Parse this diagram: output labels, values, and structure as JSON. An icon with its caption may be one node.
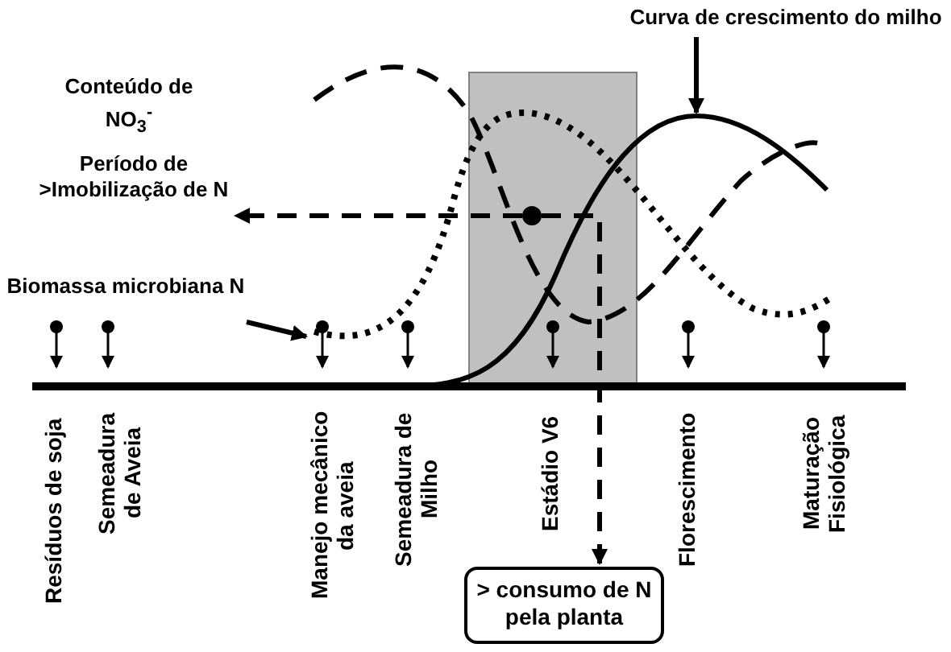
{
  "diagram": {
    "nodes": [
      {
        "text": [
          "Curva de crescimento do milho"
        ]
      },
      {
        "text": [
          "Período de >Imobilização de N"
        ]
      },
      {
        "text": [],
        "shape": "circle"
      },
      {
        "text": [
          "Biomassa microbiana N"
        ]
      },
      {
        "text": [
          "> consumo de N pela planta"
        ]
      }
    ],
    "edges": [
      {
        "from": 0,
        "to": null,
        "arrow": "to"
      },
      {
        "from": 2,
        "to": 1,
        "arrow": "to",
        "style": "dashed"
      },
      {
        "from": 3,
        "to": null,
        "arrow": "to"
      },
      {
        "from": 2,
        "to": 4,
        "arrow": "to",
        "style": "dashed"
      }
    ],
    "labels": [
      "Conteúdo de NO$_{3}$$^{-}$",
      "Resíduos  de soja",
      "Semeadura de Aveia",
      "Manejo mecânico da aveia",
      "Semeadura de Milho",
      "Estádio V6",
      "Florescimento",
      "Maturação Fisiológica"
    ]
  }
}
